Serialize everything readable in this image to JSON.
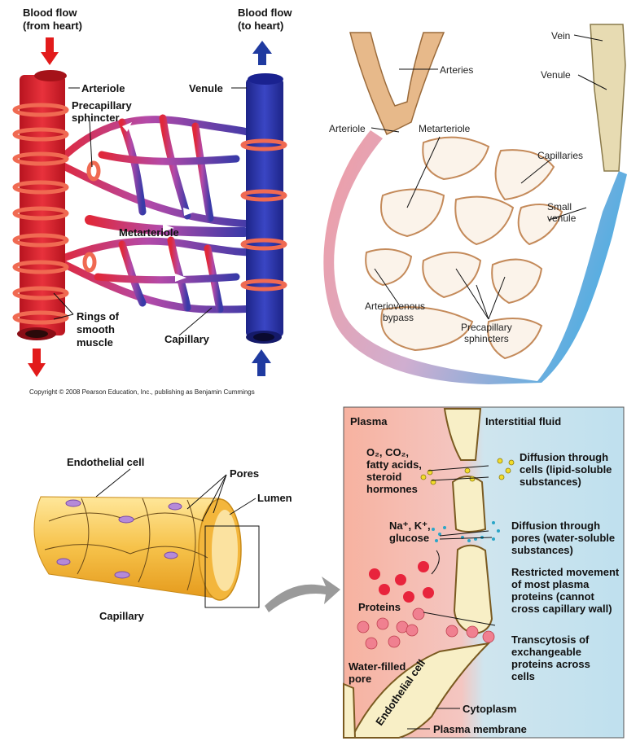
{
  "panel1": {
    "blood_flow_from_heart": [
      "Blood flow",
      "(from heart)"
    ],
    "blood_flow_to_heart": [
      "Blood flow",
      "(to heart)"
    ],
    "arteriole": "Arteriole",
    "precapillary_sphincter": [
      "Precapillary",
      "sphincter"
    ],
    "venule": "Venule",
    "metarteriole": "Metarteriole",
    "rings_of_smooth_muscle": [
      "Rings of",
      "smooth",
      "muscle"
    ],
    "capillary": "Capillary",
    "copyright": "Copyright © 2008 Pearson Education, Inc., publishing as Benjamin Cummings",
    "colors": {
      "artery": "#d62a33",
      "vein": "#2a35a5",
      "capillary": "#a24fb4",
      "muscle": "#f07050",
      "arrow": "#2c3e9f"
    }
  },
  "panel2": {
    "vein": "Vein",
    "arteries": "Arteries",
    "venule": "Venule",
    "arteriole": "Arteriole",
    "metarteriole": "Metarteriole",
    "capillaries": "Capillaries",
    "small_venule": [
      "Small",
      "venule"
    ],
    "arteriovenous_bypass": [
      "Arteriovenous",
      "bypass"
    ],
    "precapillary_sphincters": [
      "Precapillary",
      "sphincters"
    ],
    "colors": {
      "arterial": "#f28f94",
      "venous": "#4ba3dd",
      "vessel_wall": "#e7b98a"
    }
  },
  "panel3": {
    "endothelial_cell": "Endothelial cell",
    "pores": "Pores",
    "lumen": "Lumen",
    "capillary": "Capillary",
    "colors": {
      "tube": "#f6c24a",
      "nucleus": "#b58ad8"
    }
  },
  "panel4": {
    "plasma": "Plasma",
    "interstitial_fluid": "Interstitial fluid",
    "gases": "O₂, CO₂,",
    "fatty_acids": "fatty acids,",
    "steroid": "steroid",
    "hormones": "hormones",
    "diffusion_cells": [
      "Diffusion through",
      "cells (lipid-soluble",
      "substances)"
    ],
    "ions": "Na⁺, K⁺,",
    "glucose": "glucose",
    "diffusion_pores": [
      "Diffusion through",
      "pores (water-soluble",
      "substances)"
    ],
    "restricted": [
      "Restricted movement",
      "of most plasma",
      "proteins (cannot",
      "cross capillary wall)"
    ],
    "proteins": "Proteins",
    "transcytosis": [
      "Transcytosis of",
      "exchangeable",
      "proteins across",
      "cells"
    ],
    "water_filled_pore": [
      "Water-filled",
      "pore"
    ],
    "endothelial_cell": "Endothelial cell",
    "cytoplasm": "Cytoplasm",
    "plasma_membrane": "Plasma membrane",
    "colors": {
      "plasma_bg": "#f6b3a4",
      "interstitial_bg": "#bfe0ee",
      "cell": "#f8efc6",
      "protein": "#e8243c",
      "lipid": "#f2dc2a",
      "ion": "#2aa6c8"
    }
  }
}
